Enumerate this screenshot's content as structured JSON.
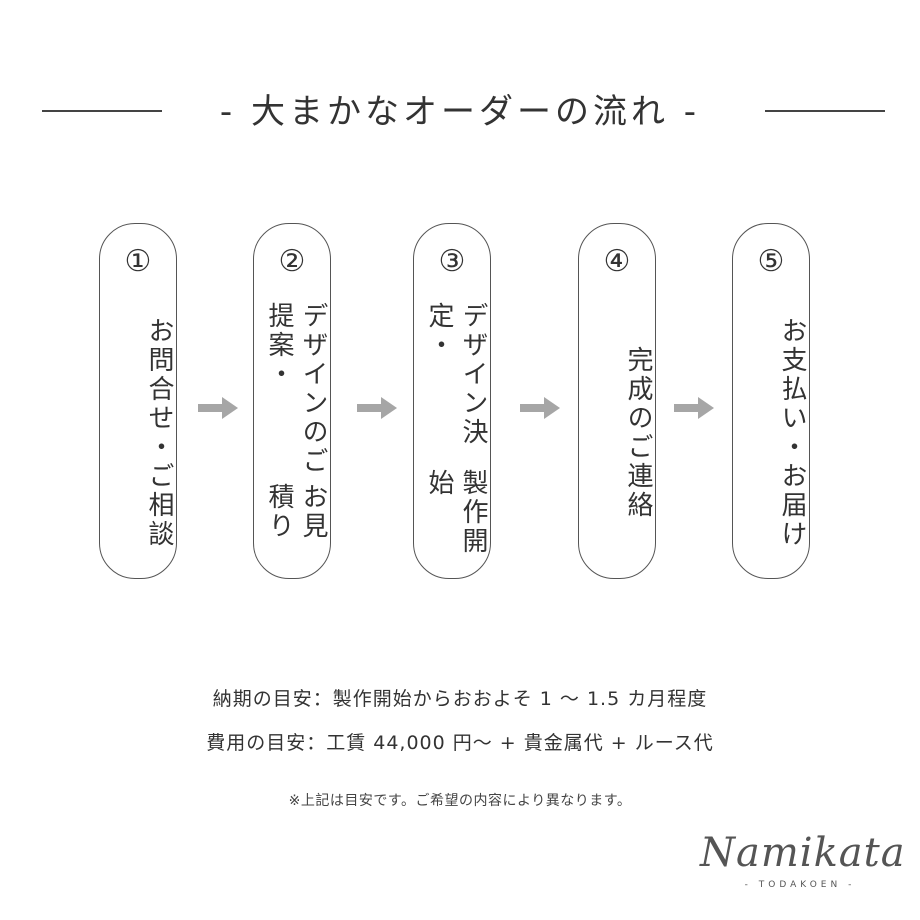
{
  "header": {
    "title": "- 大まかなオーダーの流れ -"
  },
  "steps": [
    {
      "number": "①",
      "lines": [
        "お問合せ・ご相談"
      ]
    },
    {
      "number": "②",
      "lines": [
        "デザインのご提案・",
        "お見積り"
      ]
    },
    {
      "number": "③",
      "lines": [
        "デザイン決定・",
        "製作開始"
      ]
    },
    {
      "number": "④",
      "lines": [
        "完成のご連絡"
      ]
    },
    {
      "number": "⑤",
      "lines": [
        "お支払い・",
        "お届け"
      ]
    }
  ],
  "info": {
    "delivery": "納期の目安：製作開始からおおよそ 1 〜 1.5 カ月程度",
    "cost": "費用の目安：工賃 44,000 円〜 + 貴金属代 + ルース代",
    "note": "※上記は目安です。ご希望の内容により異なります。"
  },
  "logo": {
    "script": "Namikata",
    "sub": "- TODAKOEN -"
  },
  "colors": {
    "arrow": "#a6a6a6",
    "border": "#555555",
    "text": "#333333"
  }
}
